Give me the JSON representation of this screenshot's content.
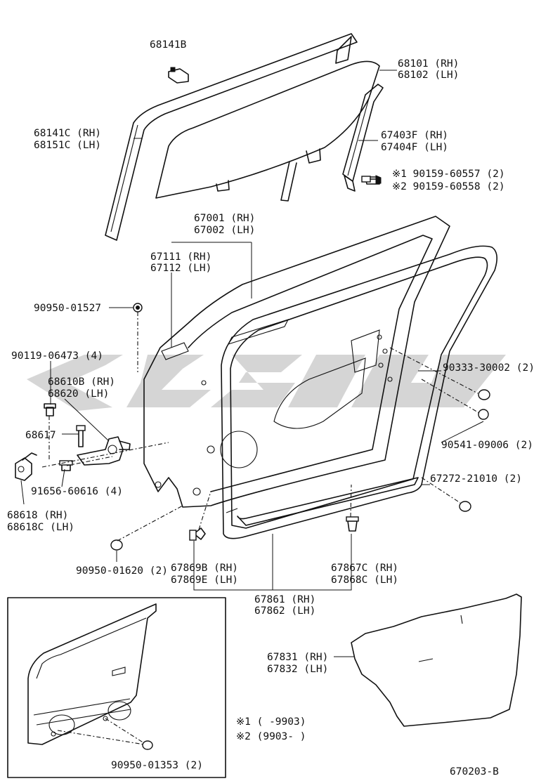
{
  "labels": {
    "l68141B": "68141B",
    "l68101": "68101 (RH)",
    "l68102": "68102 (LH)",
    "l68141C": "68141C (RH)",
    "l68151C": "68151C (LH)",
    "l67403F": "67403F (RH)",
    "l67404F": "67404F (LH)",
    "n1": "※1  90159-60557 (2)",
    "n2": "※2  90159-60558 (2)",
    "l67001": "67001 (RH)",
    "l67002": "67002 (LH)",
    "l67111": "67111 (RH)",
    "l67112": "67112 (LH)",
    "l90950a": "90950-01527",
    "l90119": "90119-06473 (4)",
    "l68610B": "68610B (RH)",
    "l68620": "68620  (LH)",
    "l68617": "68617",
    "l91656": "91656-60616 (4)",
    "l68618": "68618 (RH)",
    "l68618C": "68618C (LH)",
    "l90333": "90333-30002 (2)",
    "l90541": "90541-09006 (2)",
    "l67272": "67272-21010 (2)",
    "l90950b": "90950-01620 (2)",
    "l67869B": "67869B (RH)",
    "l67869E": "67869E (LH)",
    "l67867C": "67867C (RH)",
    "l67868C": "67868C (LH)",
    "l67861": "67861 (RH)",
    "l67862": "67862 (LH)",
    "l67831": "67831 (RH)",
    "l67832": "67832 (LH)",
    "l90950c": "90950-01353 (2)",
    "f1": "※1 (      -9903)",
    "f2": "※2 (9903-      )",
    "code": "670203-B"
  }
}
